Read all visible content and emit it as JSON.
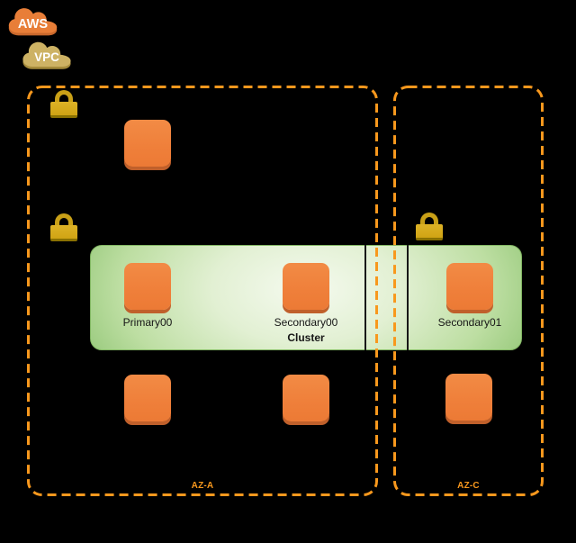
{
  "canvas": {
    "background": "#000000"
  },
  "palette": {
    "az_dash_orange": "#F8981D",
    "node_orange": "#EF7F3A",
    "node_orange_shadow": "#C0602B",
    "aws_cloud_orange": "#E87E38",
    "aws_cloud_orange_dark": "#C9682C",
    "vpc_cloud_tan": "#CDB264",
    "vpc_cloud_tan_dark": "#A68C3C",
    "lock_gold": "#D0A414",
    "cluster_green_edge": "#8CC26F",
    "cluster_green_center": "#F5FAEF",
    "divider_black": "#181818",
    "label_dark": "#161616"
  },
  "header": {
    "aws_label": "AWS",
    "vpc_label": "VPC"
  },
  "zones": {
    "az_a": {
      "label": "AZ-A"
    },
    "az_c": {
      "label": "AZ-C"
    }
  },
  "cluster": {
    "label": "Cluster",
    "nodes": [
      {
        "label": "Primary00"
      },
      {
        "label": "Secondary00"
      },
      {
        "label": "Secondary01"
      }
    ]
  }
}
